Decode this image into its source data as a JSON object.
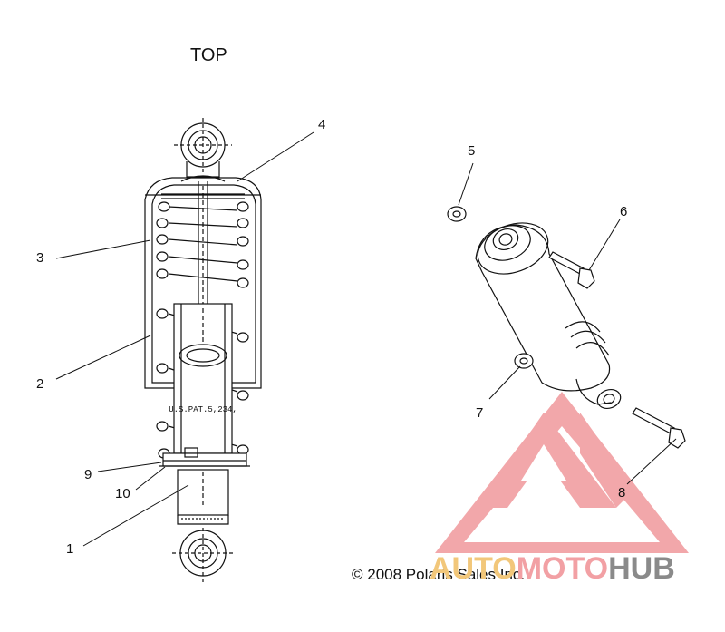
{
  "diagram": {
    "top_label": "TOP",
    "copyright": "© 2008  Polaris Sales Inc.",
    "callouts": [
      "1",
      "2",
      "3",
      "4",
      "5",
      "6",
      "7",
      "8",
      "9",
      "10"
    ],
    "stamp_text": "U.S.PAT.5,234,",
    "colors": {
      "line": "#111111",
      "watermark_red": "#ee8a8e",
      "watermark_gold": "#f2c77a",
      "watermark_gray": "#8a8a8a"
    }
  },
  "watermark": {
    "part1": "AUTO",
    "part2": "MOTO",
    "part3": "HUB"
  }
}
